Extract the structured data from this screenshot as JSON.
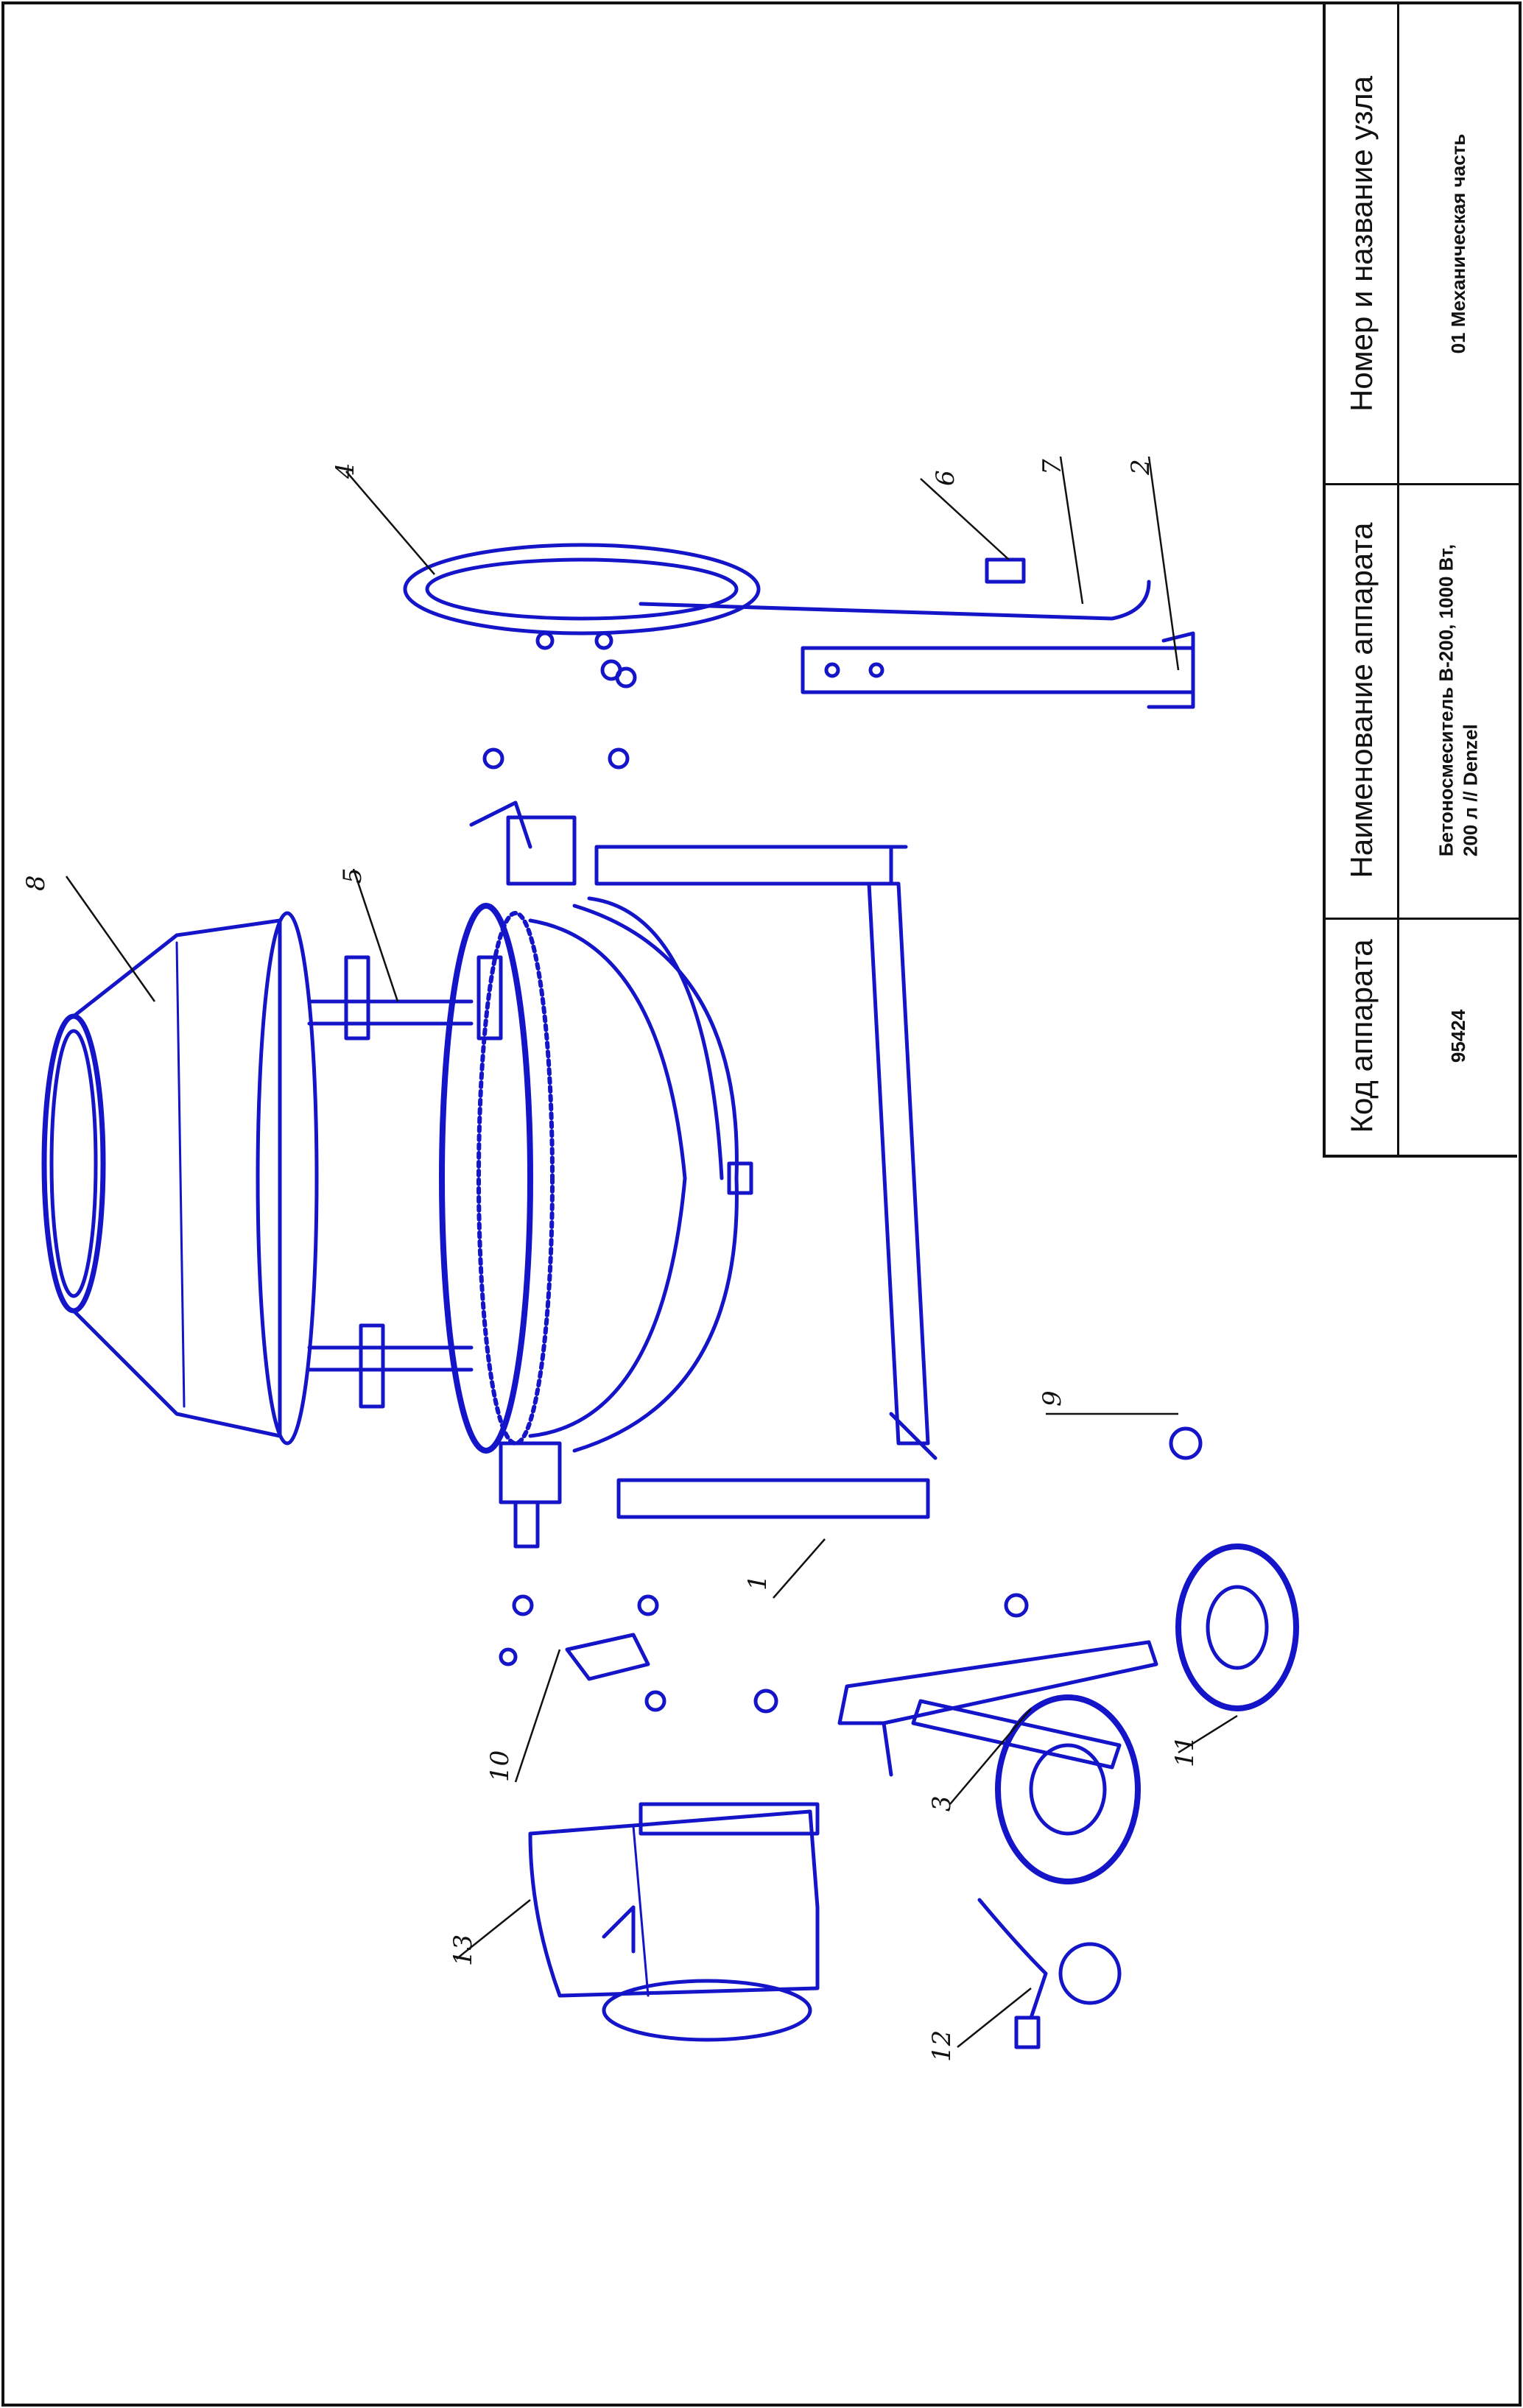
{
  "title_block": {
    "header_code": "Код аппарата",
    "header_name": "Наименование аппарата",
    "header_node": "Номер и название узла",
    "code": "95424",
    "name_line1": "Бетоносмеситель  В-200, 1000 Вт,",
    "name_line2": "200 л // Denzel",
    "node": "01 Механическая часть"
  },
  "callouts": [
    "1",
    "2",
    "3",
    "4",
    "5",
    "6",
    "7",
    "8",
    "9",
    "10",
    "11",
    "12",
    "13"
  ],
  "colors": {
    "line": "#1414c8",
    "frame": "#111111"
  }
}
